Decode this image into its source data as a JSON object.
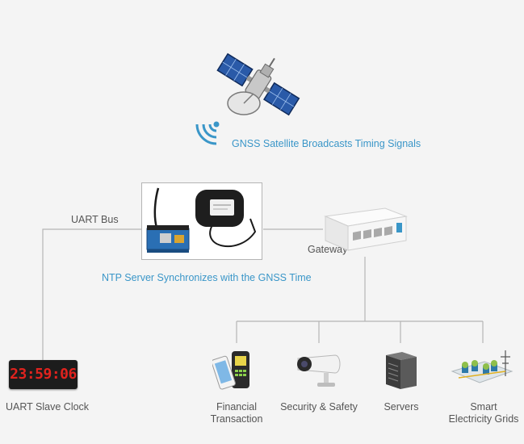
{
  "satellite_caption": "GNSS Satellite Broadcasts Timing Signals",
  "ntp_caption": "NTP Server Synchronizes with the GNSS Time",
  "uart_bus_label": "UART Bus",
  "gateway_label": "Gateway",
  "clock": {
    "display": "23:59:06",
    "label": "UART Slave Clock"
  },
  "devices": [
    {
      "label_line1": "Financial",
      "label_line2": "Transaction"
    },
    {
      "label_line1": "Security & Safety",
      "label_line2": ""
    },
    {
      "label_line1": "Servers",
      "label_line2": ""
    },
    {
      "label_line1": "Smart",
      "label_line2": "Electricity Grids"
    }
  ],
  "colors": {
    "accent_blue": "#3a96c8",
    "line_gray": "#b4b4b4",
    "text_gray": "#555555",
    "clock_digits": "#e0231e"
  }
}
